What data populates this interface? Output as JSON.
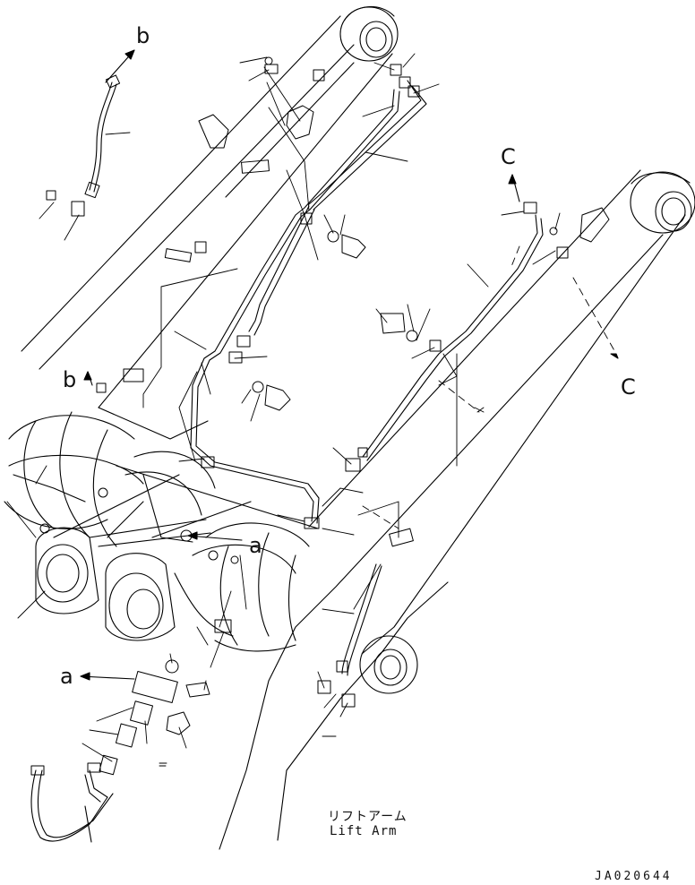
{
  "diagram": {
    "part_title_jp": "リフトアーム",
    "part_title_en": "Lift Arm",
    "drawing_code": "JA020644",
    "refs": {
      "b_top": "b",
      "b_left": "b",
      "c_top": "C",
      "c_right": "C",
      "a_mid": "a",
      "a_low": "a"
    },
    "line_color": "#000000"
  }
}
